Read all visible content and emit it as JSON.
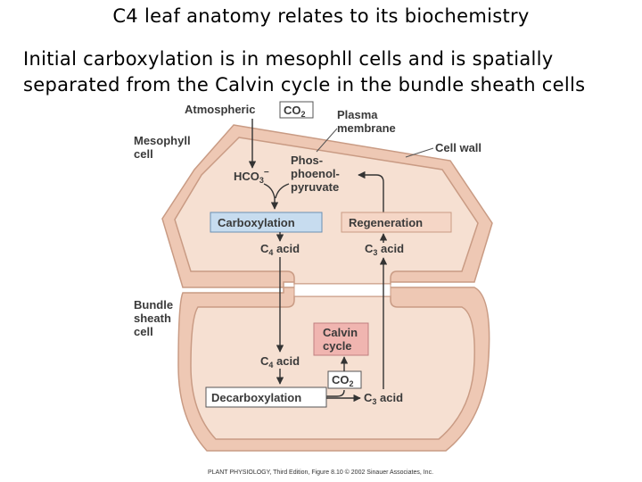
{
  "title": "C4 leaf anatomy relates to its biochemistry",
  "subtitle_lines": [
    "Initial carboxylation is in mesophll cells and is spatially",
    "separated from the Calvin cycle in the bundle sheath cells"
  ],
  "diagram": {
    "atmospheric": "Atmospheric",
    "co2_top": "CO",
    "co2_sub": "2",
    "plasma_membrane": [
      "Plasma",
      "membrane"
    ],
    "cell_wall": "Cell wall",
    "mesophyll_cell": [
      "Mesophyll",
      "cell"
    ],
    "hco3": "HCO",
    "hco3_sub": "3",
    "hco3_sup": "−",
    "pep": [
      "Phos-",
      "phoenol-",
      "pyruvate"
    ],
    "carboxylation": "Carboxylation",
    "regeneration": "Regeneration",
    "c4_acid_top": {
      "pre": "C",
      "sub": "4",
      "post": " acid"
    },
    "c3_acid_top": {
      "pre": "C",
      "sub": "3",
      "post": " acid"
    },
    "bundle_sheath_cell": [
      "Bundle",
      "sheath",
      "cell"
    ],
    "calvin_cycle": [
      "Calvin",
      "cycle"
    ],
    "c4_acid_bottom": {
      "pre": "C",
      "sub": "4",
      "post": " acid"
    },
    "co2_bottom": "CO",
    "co2_bottom_sub": "2",
    "decarboxylation": "Decarboxylation",
    "c3_acid_bottom": {
      "pre": "C",
      "sub": "3",
      "post": " acid"
    },
    "credit": "PLANT PHYSIOLOGY, Third Edition, Figure 8.10 © 2002 Sinauer Associates, Inc."
  },
  "colors": {
    "cell_wall": "#eec8b4",
    "cytoplasm": "#f6e0d2",
    "membrane_line": "#c99b84",
    "carboxylation_box": "#c7dcef",
    "regeneration_box": "#f5d6c6",
    "calvin_box": "#f0b5b0",
    "arrow": "#333333"
  }
}
